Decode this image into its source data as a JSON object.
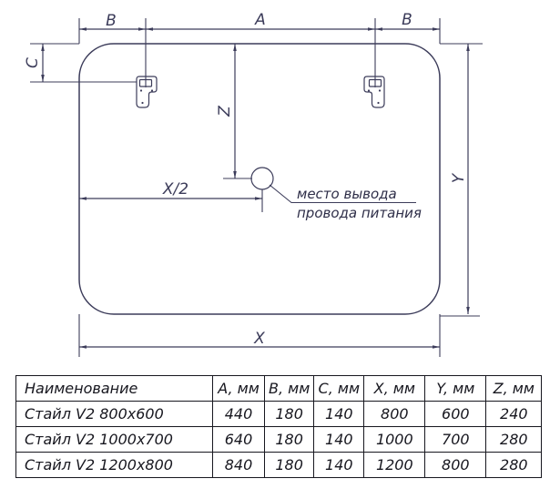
{
  "drawing": {
    "labels": {
      "dim_b_left": "B",
      "dim_a": "A",
      "dim_b_right": "B",
      "dim_c": "C",
      "dim_z": "Z",
      "dim_x_half": "X/2",
      "dim_y": "Y",
      "dim_x": "X"
    },
    "annotation": {
      "line1": "место вывода",
      "line2": "провода питания"
    },
    "colors": {
      "line": "#3c3c5a",
      "table_ink": "#17171f",
      "background": "#ffffff"
    },
    "icons": [
      "mounting-bracket-left",
      "mounting-bracket-right",
      "power-wire-outlet-circle"
    ]
  },
  "table": {
    "columns": [
      "Наименование",
      "A, мм",
      "B, мм",
      "C, мм",
      "X, мм",
      "Y, мм",
      "Z, мм"
    ],
    "rows": [
      [
        "Стайл V2 800x600",
        "440",
        "180",
        "140",
        "800",
        "600",
        "240"
      ],
      [
        "Стайл V2 1000x700",
        "640",
        "180",
        "140",
        "1000",
        "700",
        "280"
      ],
      [
        "Стайл V2 1200x800",
        "840",
        "180",
        "140",
        "1200",
        "800",
        "280"
      ]
    ]
  }
}
